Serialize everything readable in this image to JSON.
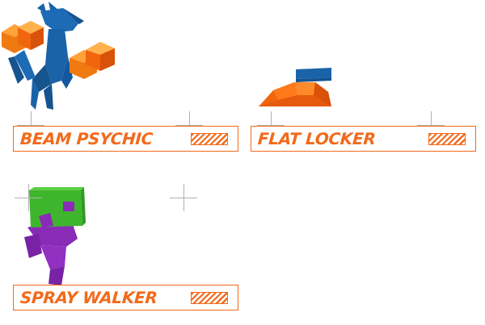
{
  "cards": [
    {
      "name": "BEAM PSYCHIC",
      "sprite": "blue-fox-with-orange-cubes"
    },
    {
      "name": "FLAT LOCKER",
      "sprite": "orange-dome-with-blue-bar"
    },
    {
      "name": "SPRAY WALKER",
      "sprite": "green-cube-head-purple-body"
    }
  ],
  "colors": {
    "accent": "#f26a1b",
    "blue": "#1b63a8",
    "orange": "#f2650f",
    "green": "#3fb52e",
    "purple": "#8a2bb8",
    "crosshair": "#b0b0b0"
  },
  "icons": [
    "crosshair-icon",
    "stripes-icon"
  ]
}
